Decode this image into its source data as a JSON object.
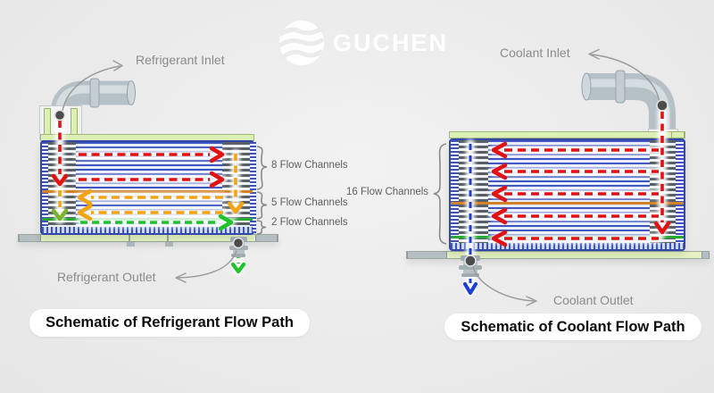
{
  "logo": {
    "text": "GUCHEN",
    "icon": "waves-circle-icon"
  },
  "colors": {
    "background": "#ebebeb",
    "refrigerant_inlet_arrow": "#e31212",
    "transfer_arrow": "#f2a413",
    "refrigerant_outlet_arrow": "#1fc32b",
    "coolant_inlet_arrow": "#e31212",
    "coolant_outlet_arrow": "#1b3fd6",
    "core_plate_blue": "#3d53bd",
    "plate_green": "#ddf0b6",
    "separator_orange": "#d4822a",
    "separator_green": "#27a835",
    "caption_bg": "#ffffff",
    "annotation_text": "#8b8b8b"
  },
  "left_diagram": {
    "inlet_label": "Refrigerant Inlet",
    "outlet_label": "Refrigerant Outlet",
    "channel_groups": [
      {
        "label": "8 Flow Channels",
        "channels": 8,
        "flow_color": "#e31212"
      },
      {
        "label": "5 Flow Channels",
        "channels": 5,
        "flow_color": "#f2a413"
      },
      {
        "label": "2 Flow Channels",
        "channels": 2,
        "flow_color": "#1fc32b"
      }
    ],
    "caption": "Schematic of Refrigerant Flow Path"
  },
  "right_diagram": {
    "inlet_label": "Coolant Inlet",
    "outlet_label": "Coolant Outlet",
    "channel_groups": [
      {
        "label": "16 Flow Channels",
        "channels": 16,
        "flow_color": "#e31212"
      }
    ],
    "caption": "Schematic of Coolant Flow Path"
  }
}
